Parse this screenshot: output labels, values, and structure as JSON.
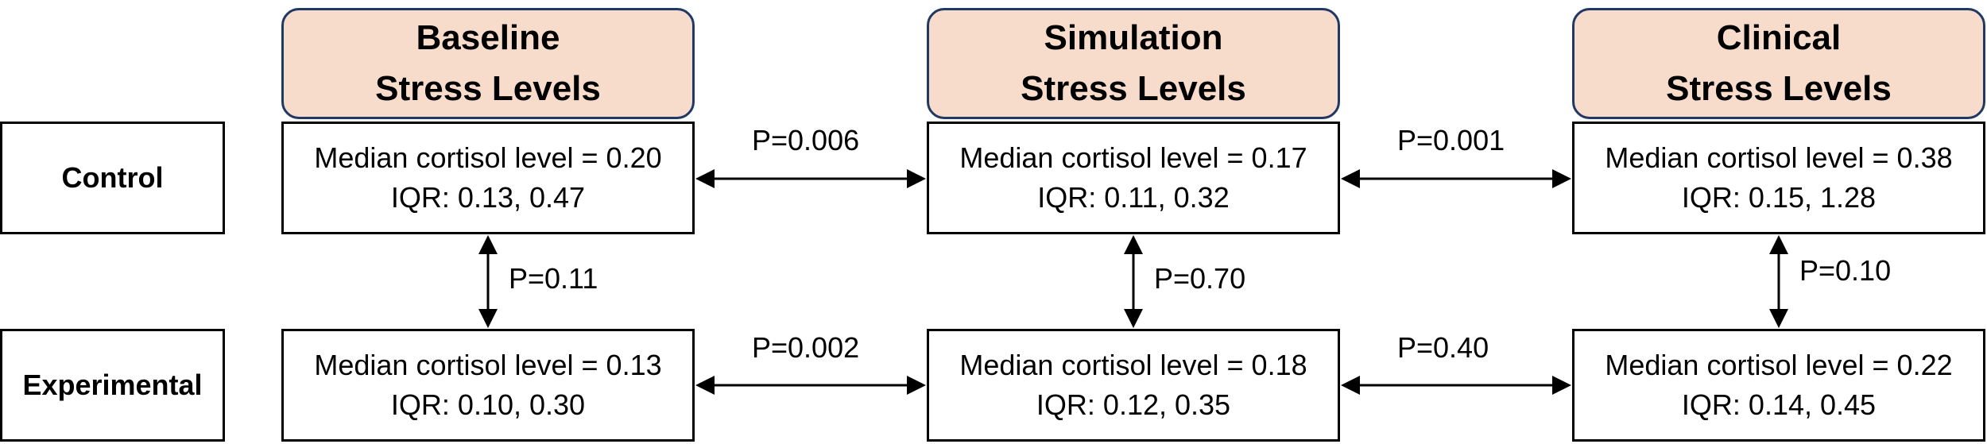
{
  "headers": [
    {
      "line1": "Baseline",
      "line2": "Stress Levels"
    },
    {
      "line1": "Simulation",
      "line2": "Stress Levels"
    },
    {
      "line1": "Clinical",
      "line2": "Stress Levels"
    }
  ],
  "rows": [
    {
      "label": "Control",
      "cells": [
        {
          "median": "Median cortisol level = 0.20",
          "iqr": "IQR: 0.13, 0.47"
        },
        {
          "median": "Median cortisol level = 0.17",
          "iqr": "IQR: 0.11, 0.32"
        },
        {
          "median": "Median cortisol level = 0.38",
          "iqr": "IQR: 0.15, 1.28"
        }
      ]
    },
    {
      "label": "Experimental",
      "cells": [
        {
          "median": "Median cortisol level = 0.13",
          "iqr": "IQR: 0.10, 0.30"
        },
        {
          "median": "Median cortisol level = 0.18",
          "iqr": "IQR: 0.12, 0.35"
        },
        {
          "median": "Median cortisol level = 0.22",
          "iqr": "IQR: 0.14, 0.45"
        }
      ]
    }
  ],
  "p_values": {
    "control_baseline_simulation": "P=0.006",
    "control_simulation_clinical": "P=0.001",
    "experimental_baseline_simulation": "P=0.002",
    "experimental_simulation_clinical": "P=0.40",
    "baseline_control_experimental": "P=0.11",
    "simulation_control_experimental": "P=0.70",
    "clinical_control_experimental": "P=0.10"
  },
  "colors": {
    "header_fill": "#f8dccb",
    "header_border": "#1f3864",
    "line": "#000000"
  }
}
